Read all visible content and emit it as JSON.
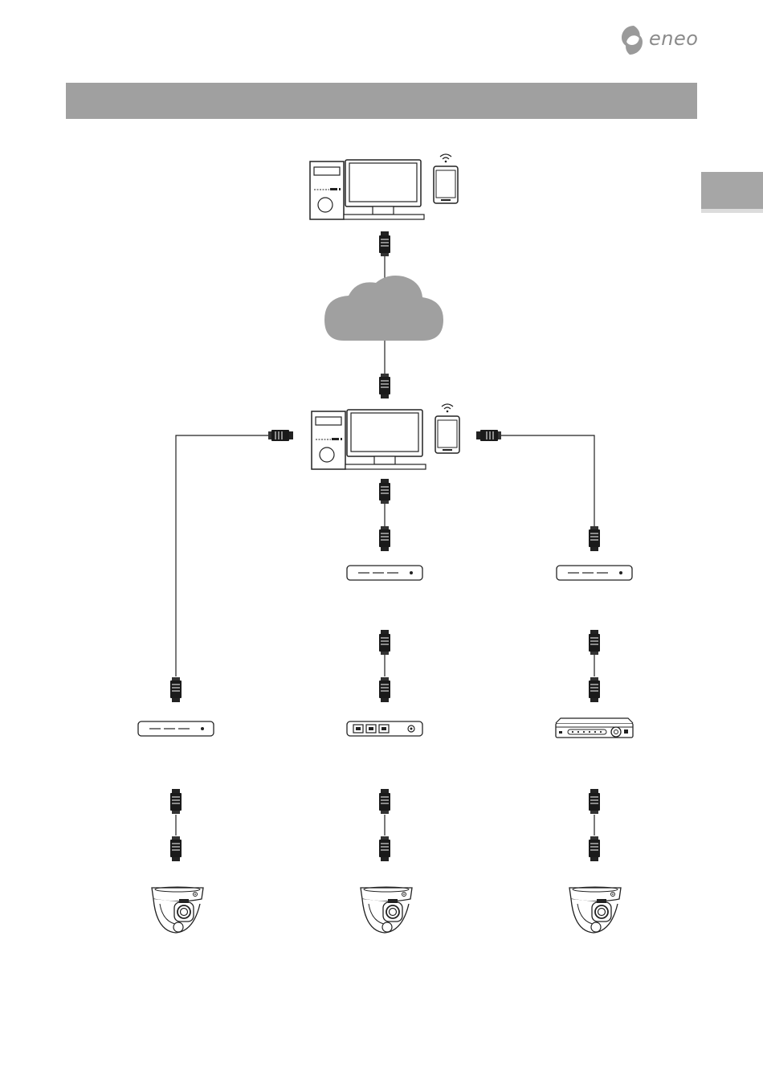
{
  "brand": {
    "logo_text": "eneo",
    "logo_icon": "eneo-swirl-logo"
  },
  "header": {
    "title": ""
  },
  "side_tab": {
    "label": ""
  },
  "diagram": {
    "nodes": [
      {
        "id": "remote-client",
        "icon": "pc-with-monitor-and-smartphone"
      },
      {
        "id": "internet",
        "icon": "cloud"
      },
      {
        "id": "local-client",
        "icon": "pc-with-monitor-and-smartphone"
      },
      {
        "id": "switch-left",
        "icon": "network-switch"
      },
      {
        "id": "switch-center",
        "icon": "network-switch"
      },
      {
        "id": "switch-right",
        "icon": "network-switch"
      },
      {
        "id": "poe-injector",
        "icon": "poe-injector"
      },
      {
        "id": "recorder",
        "icon": "network-video-recorder"
      },
      {
        "id": "camera-left",
        "icon": "dome-camera"
      },
      {
        "id": "camera-center",
        "icon": "dome-camera"
      },
      {
        "id": "camera-right",
        "icon": "dome-camera"
      }
    ],
    "links": [
      [
        "remote-client",
        "internet"
      ],
      [
        "internet",
        "local-client"
      ],
      [
        "local-client",
        "switch-left"
      ],
      [
        "local-client",
        "switch-center"
      ],
      [
        "local-client",
        "switch-right"
      ],
      [
        "switch-center",
        "poe-injector"
      ],
      [
        "switch-right",
        "recorder"
      ],
      [
        "switch-left",
        "camera-left"
      ],
      [
        "poe-injector",
        "camera-center"
      ],
      [
        "recorder",
        "camera-right"
      ]
    ]
  }
}
